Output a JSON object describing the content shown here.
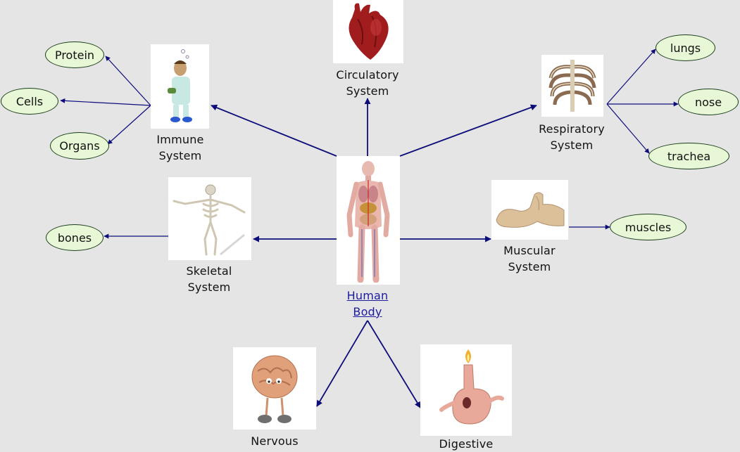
{
  "center": {
    "line1": "Human",
    "line2": "Body"
  },
  "systems": {
    "circulatory": {
      "line1": "Circulatory",
      "line2": "System"
    },
    "immune": {
      "line1": "Immune",
      "line2": "System"
    },
    "respiratory": {
      "line1": "Respiratory",
      "line2": "System"
    },
    "skeletal": {
      "line1": "Skeletal",
      "line2": "System"
    },
    "muscular": {
      "line1": "Muscular",
      "line2": "System"
    },
    "nervous": {
      "line1": "Nervous",
      "line2": ""
    },
    "digestive": {
      "line1": "Digestive",
      "line2": ""
    }
  },
  "leaves": {
    "protein": "Protein",
    "cells": "Cells",
    "organs": "Organs",
    "lungs": "lungs",
    "nose": "nose",
    "trachea": "trachea",
    "bones": "bones",
    "muscles": "muscles"
  },
  "colors": {
    "arrow": "#0d0d7a",
    "oval_fill": "#e8f7d6",
    "oval_border": "#1a3d1a",
    "link": "#1b1ba0"
  }
}
